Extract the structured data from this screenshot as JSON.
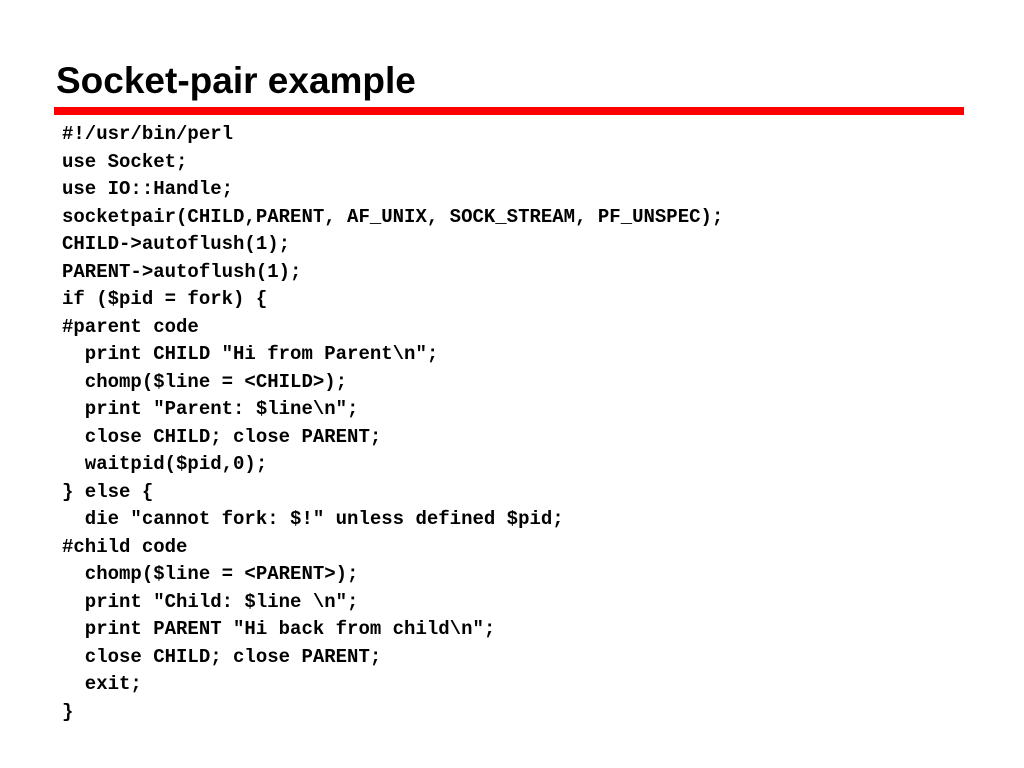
{
  "slide": {
    "title": "Socket-pair example",
    "accent_color": "#ff0000",
    "code_lines": [
      "#!/usr/bin/perl",
      "use Socket;",
      "use IO::Handle;",
      "socketpair(CHILD,PARENT, AF_UNIX, SOCK_STREAM, PF_UNSPEC);",
      "CHILD->autoflush(1);",
      "PARENT->autoflush(1);",
      "if ($pid = fork) {",
      "#parent code",
      "  print CHILD \"Hi from Parent\\n\";",
      "  chomp($line = <CHILD>);",
      "  print \"Parent: $line\\n\";",
      "  close CHILD; close PARENT;",
      "  waitpid($pid,0);",
      "} else {",
      "  die \"cannot fork: $!\" unless defined $pid;",
      "#child code",
      "  chomp($line = <PARENT>);",
      "  print \"Child: $line \\n\";",
      "  print PARENT \"Hi back from child\\n\";",
      "  close CHILD; close PARENT;",
      "  exit;",
      "}"
    ]
  }
}
